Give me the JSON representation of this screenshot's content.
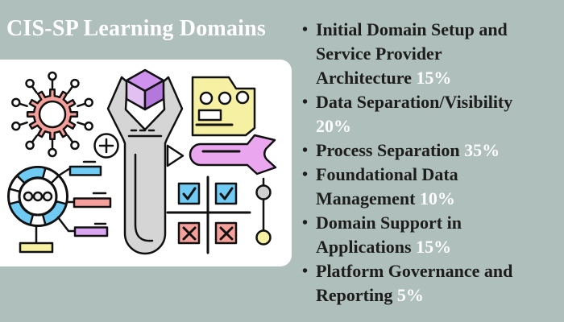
{
  "title": "CIS-SP Learning Domains",
  "domains": {
    "items": [
      {
        "label": "Initial Domain Setup and Service Provider Architecture",
        "pct": "15%",
        "lines": [
          "Initial Domain Setup and",
          "Service Provider",
          "Architecture"
        ]
      },
      {
        "label": "Data Separation/Visibility",
        "pct": "20%",
        "lines": [
          "Data Separation/Visibility",
          ""
        ]
      },
      {
        "label": "Process Separation",
        "pct": "35%",
        "lines": [
          "Process Separation"
        ]
      },
      {
        "label": "Foundational Data Management",
        "pct": "10%",
        "lines": [
          "Foundational Data",
          "Management"
        ]
      },
      {
        "label": "Domain Support in Applications",
        "pct": "15%",
        "lines": [
          "Domain Support in",
          "Applications"
        ]
      },
      {
        "label": "Platform Governance and Reporting",
        "pct": "5%",
        "lines": [
          "Platform Governance and",
          "Reporting"
        ]
      }
    ]
  },
  "illustration": {
    "icons": [
      "gear-network-icon",
      "plus-circle-icon",
      "wrench-vertical-icon",
      "cube-icon",
      "play-triangle-icon",
      "folder-icon",
      "spanner-icon",
      "donut-chart-icon",
      "legend-bars",
      "checkbox-grid-icon",
      "commit-line-icon"
    ]
  },
  "colors": {
    "background": "#aebfbc",
    "card": "#ffffff",
    "title": "#ffffff",
    "text": "#1d1d1b",
    "percent": "#ffffff",
    "outline": "#111111",
    "salmon": "#f5a09a",
    "blue": "#70cbf4",
    "yellow": "#f6f0a2",
    "magenta": "#eba6f0",
    "purple_bar": "#d9a7f2",
    "cube_top": "#cf92ee",
    "cube_left": "#e2c0f2",
    "cube_right": "#b478dc",
    "gray": "#d5d5d5",
    "dot_gray": "#cfcfcf"
  }
}
